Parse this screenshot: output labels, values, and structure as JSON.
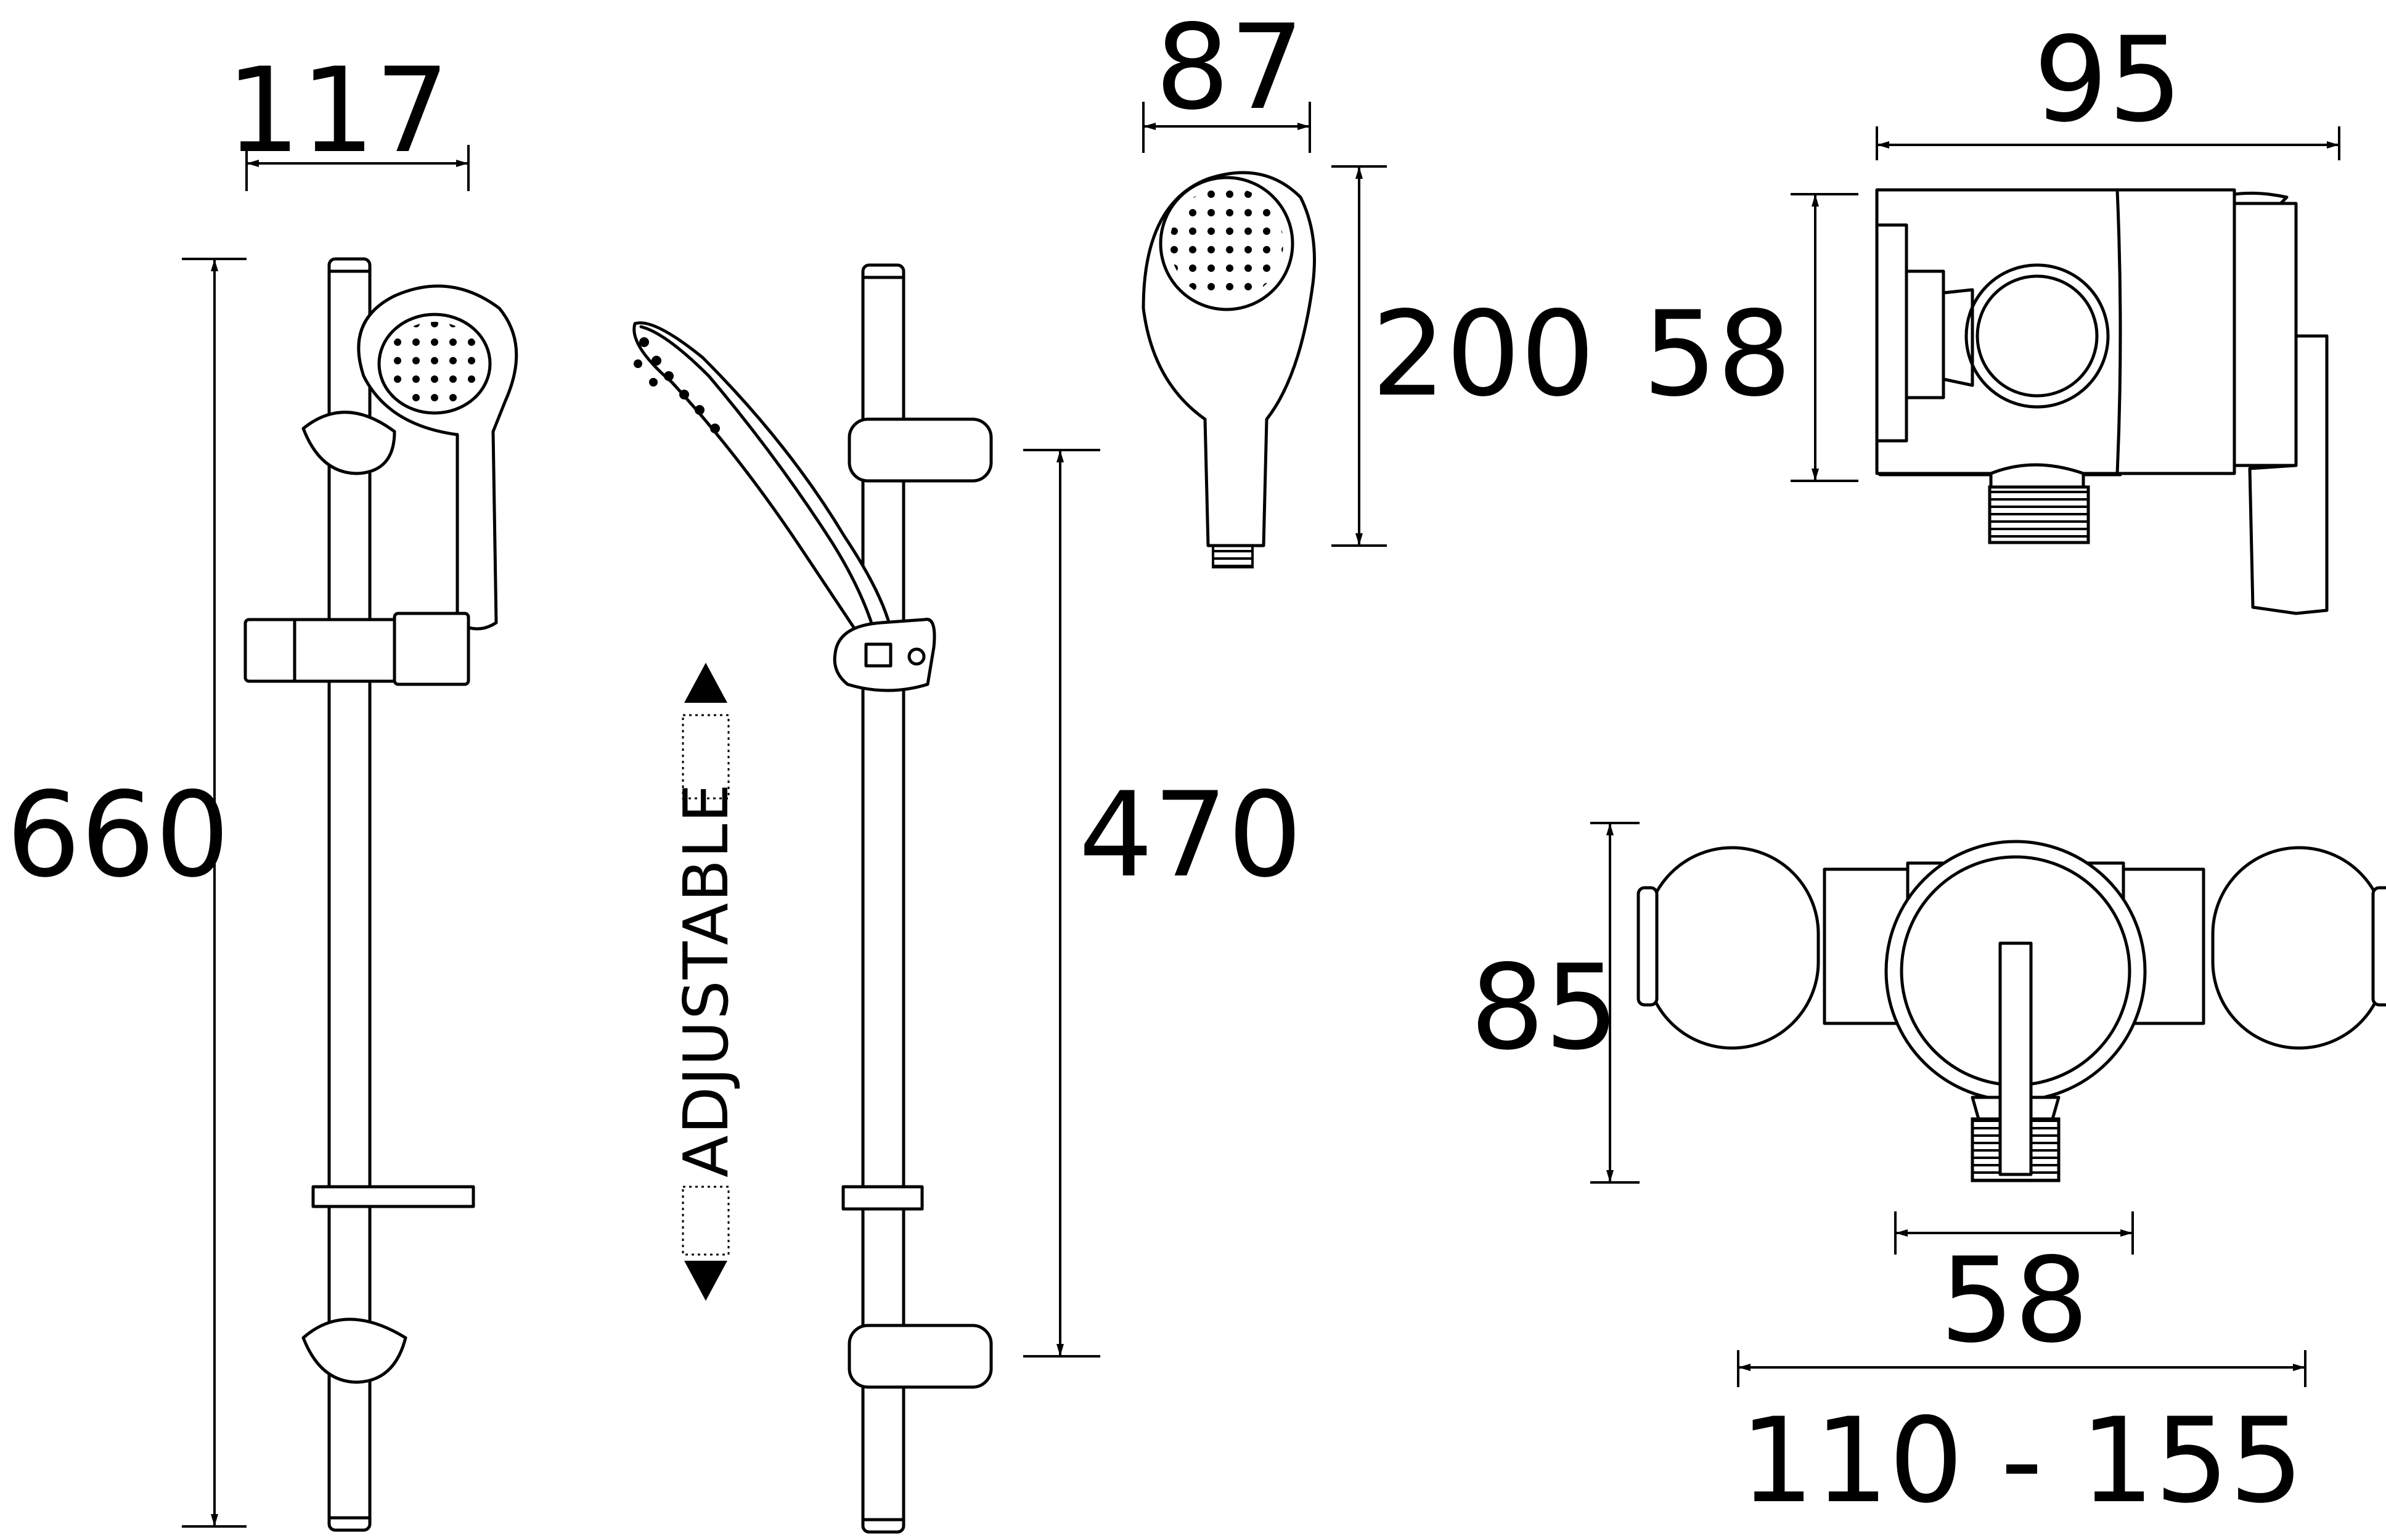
{
  "dimensions": {
    "rail_kit_width": "117",
    "rail_kit_height": "660",
    "slide_adjustment": "470",
    "adjustable_label": "ADJUSTABLE",
    "handset_width": "87",
    "handset_length": "200",
    "valve_side_width": "95",
    "valve_side_height": "58",
    "valve_front_height": "85",
    "valve_body_width": "58",
    "valve_centres_range": "110 - 155"
  },
  "colors": {
    "line": "#000000",
    "background": "#ffffff"
  }
}
